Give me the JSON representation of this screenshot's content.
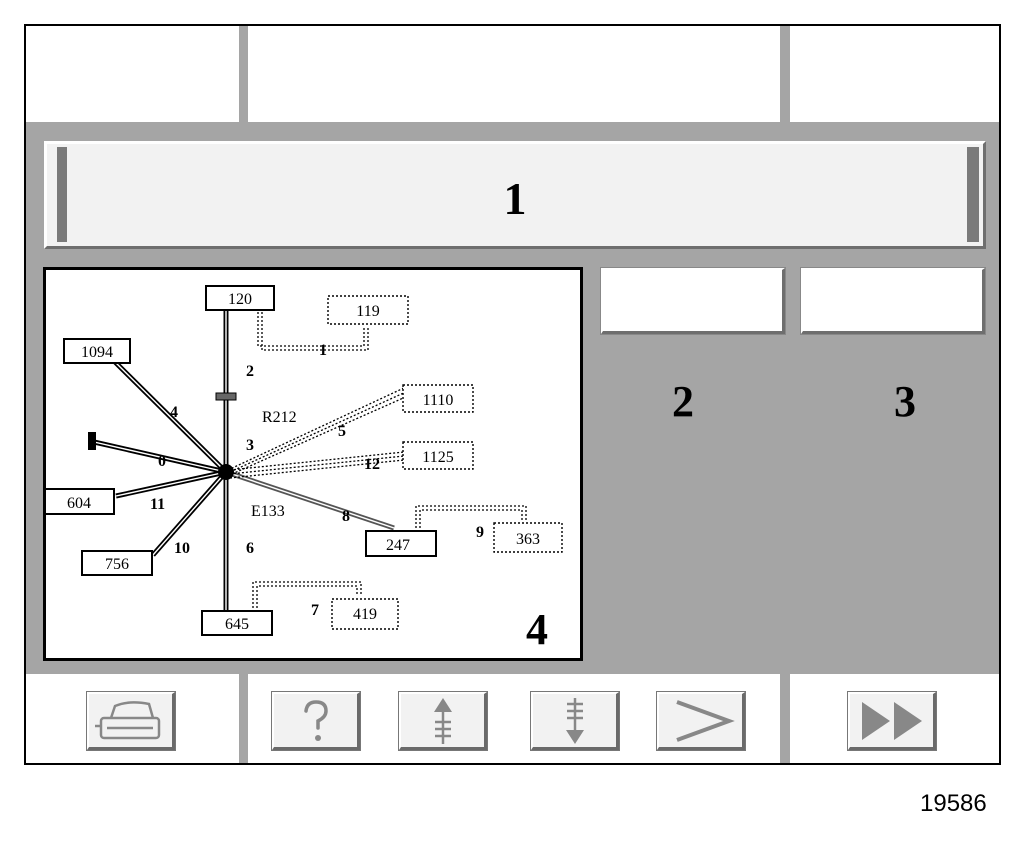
{
  "title_zone": {
    "label": "1"
  },
  "zones": {
    "left_label": "2",
    "right_label": "3",
    "diagram_label": "4"
  },
  "diagram": {
    "hub_label_upper": "R212",
    "hub_label_lower": "E133",
    "nodes": {
      "n120": "120",
      "n119": "119",
      "n1094": "1094",
      "n1110": "1110",
      "n1125": "1125",
      "n604": "604",
      "n756": "756",
      "n247": "247",
      "n363": "363",
      "n645": "645",
      "n419": "419"
    },
    "links": {
      "l1": "1",
      "l2": "2",
      "l3": "3",
      "l4": "4",
      "l5": "5",
      "l6": "6",
      "l7": "7",
      "l8": "8",
      "l9": "9",
      "l10": "10",
      "l11": "11",
      "l12": "12",
      "l0": "0"
    }
  },
  "toolbar": {
    "buttons": [
      "printer-icon",
      "help-icon",
      "scroll-up-icon",
      "scroll-down-icon",
      "next-icon",
      "fast-forward-icon"
    ]
  },
  "reference_code": "19586"
}
